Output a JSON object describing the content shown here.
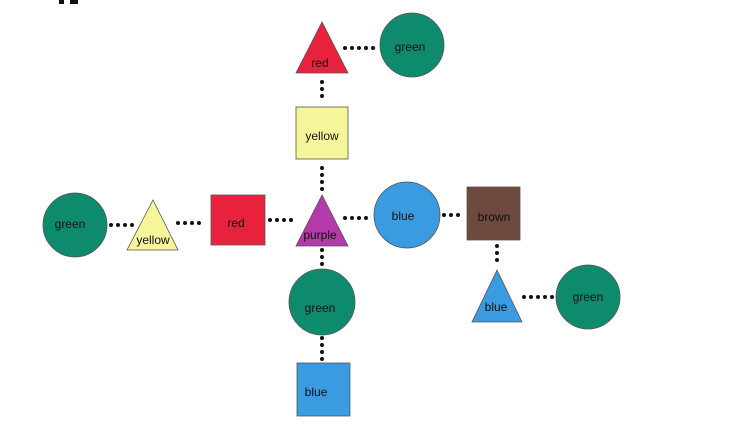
{
  "colors": {
    "green": "#0e8a6c",
    "yellow": "#f7f59a",
    "red": "#e8223c",
    "purple": "#b33aa8",
    "blue": "#3a9be0",
    "brown": "#6e4a3e"
  },
  "nodes": {
    "top_triangle": "red",
    "top_circle": "green",
    "yellow_square": "yellow",
    "center_triangle": "purple",
    "red_square": "red",
    "yellow_triangle": "yellow",
    "left_circle": "green",
    "blue_circle": "blue",
    "brown_square": "brown",
    "blue_triangle": "blue",
    "right_circle": "green",
    "bottom_circle": "green",
    "blue_square": "blue"
  }
}
